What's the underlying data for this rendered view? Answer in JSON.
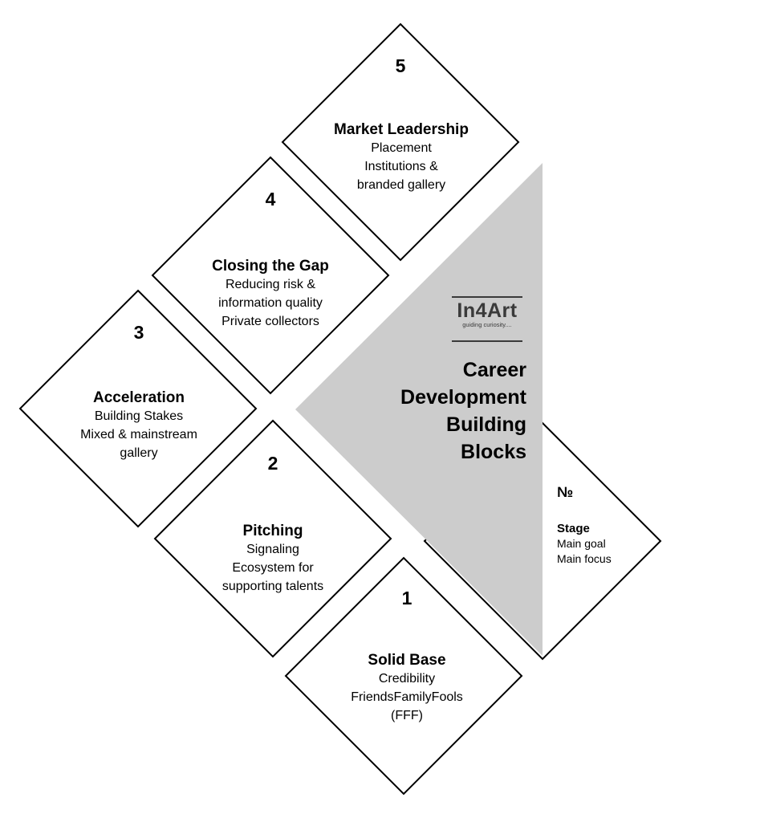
{
  "logo": {
    "name": "In4Art",
    "tagline": "guiding curiosity...."
  },
  "heading": [
    "Career",
    "Development",
    "Building",
    "Blocks"
  ],
  "legend": {
    "number": "№",
    "stage": "Stage",
    "goal": "Main goal",
    "focus": "Main focus"
  },
  "blocks": [
    {
      "number": "1",
      "stage": "Solid Base",
      "goal": "Credibility",
      "focus": [
        "FriendsFamilyFools",
        "(FFF)"
      ]
    },
    {
      "number": "2",
      "stage": "Pitching",
      "goal": "Signaling",
      "focus": [
        "Ecosystem for",
        "supporting talents"
      ]
    },
    {
      "number": "3",
      "stage": "Acceleration",
      "goal": "Building Stakes",
      "focus": [
        "Mixed & mainstream",
        "gallery"
      ]
    },
    {
      "number": "4",
      "stage": "Closing the Gap",
      "goal": "Reducing risk &",
      "focus": [
        "information quality",
        "Private collectors"
      ]
    },
    {
      "number": "5",
      "stage": "Market Leadership",
      "goal": "Placement",
      "focus": [
        "Institutions &",
        "branded gallery"
      ]
    }
  ],
  "colors": {
    "outline": "#000000",
    "triangle_fill": "#cccccc",
    "background": "#ffffff"
  }
}
